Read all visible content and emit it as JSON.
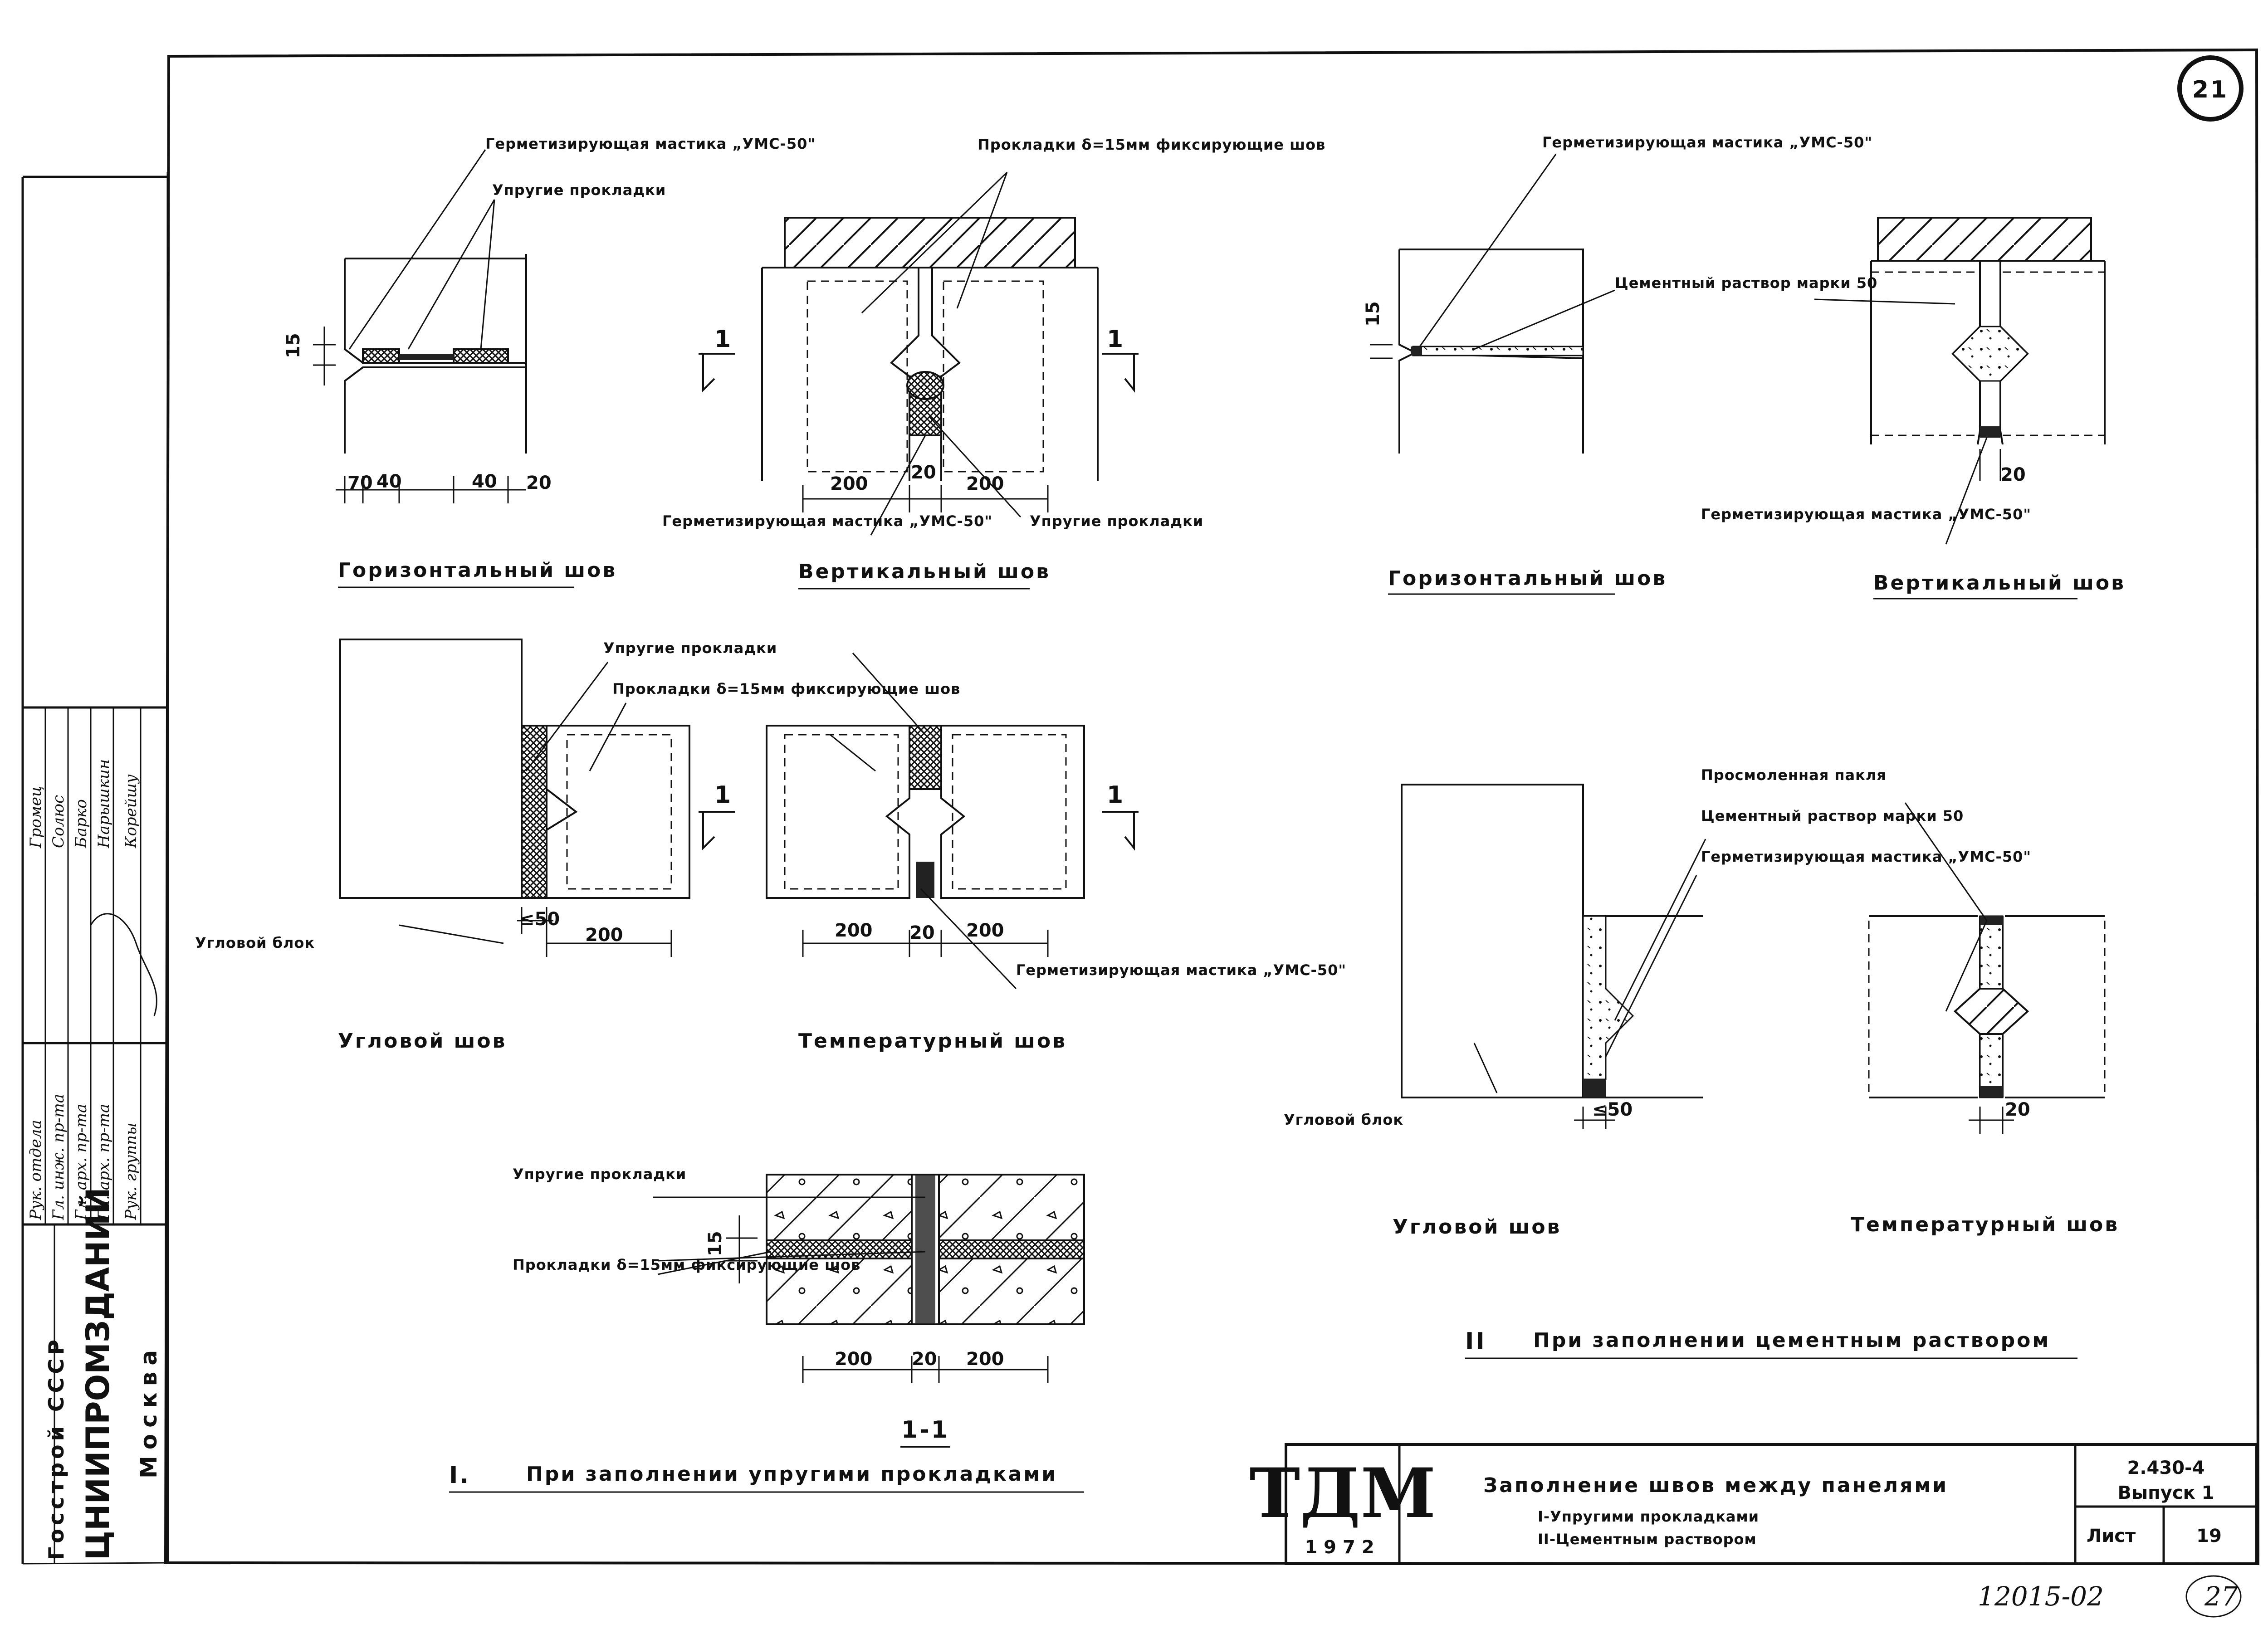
{
  "sheet_number_circle": "21",
  "part1": {
    "horizontal": {
      "callout_sealant": "Герметизирующая мастика „УМС-50\"",
      "callout_gaskets": "Упругие прокладки",
      "dims": [
        "70",
        "40",
        "40",
        "20"
      ],
      "dim_v": "15",
      "caption": "Горизонтальный шов"
    },
    "vertical": {
      "callout_gaskets_top": "Прокладки δ=15мм фиксирующие шов",
      "callout_sealant": "Герметизирующая мастика „УМС-50\"",
      "callout_elastic": "Упругие прокладки",
      "dims": [
        "200",
        "20",
        "200"
      ],
      "section_mark": "1",
      "caption": "Вертикальный шов"
    },
    "corner": {
      "callout_gaskets": "Упругие прокладки",
      "callout_fix": "Прокладки δ=15мм фиксирующие шов",
      "corner_block": "Угловой блок",
      "dims": [
        "≤50",
        "200"
      ],
      "caption": "Угловой шов"
    },
    "temperature": {
      "callout_sealant": "Герметизирующая мастика „УМС-50\"",
      "dims": [
        "200",
        "20",
        "200"
      ],
      "caption": "Температурный шов"
    },
    "section": {
      "callout_gaskets": "Упругие прокладки",
      "callout_fix": "Прокладки δ=15мм фиксирующие шов",
      "dim_v": "15",
      "dims": [
        "200",
        "20",
        "200"
      ],
      "mark": "1-1"
    },
    "title_num": "I.",
    "title": "При заполнении упругими прокладками"
  },
  "part2": {
    "horizontal": {
      "callout_sealant": "Герметизирующая мастика „УМС-50\"",
      "callout_mortar": "Цементный раствор марки 50",
      "dim_v": "15",
      "caption": "Горизонтальный шов"
    },
    "vertical": {
      "callout_sealant": "Герметизирующая мастика „УМС-50\"",
      "dims": [
        "20"
      ],
      "caption": "Вертикальный шов"
    },
    "corner": {
      "callout_tow": "Просмоленная пакля",
      "callout_mortar": "Цементный раствор марки 50",
      "callout_sealant": "Герметизирующая мастика „УМС-50\"",
      "corner_block": "Угловой блок",
      "dims": [
        "≤50"
      ],
      "caption": "Угловой шов"
    },
    "temperature": {
      "dims": [
        "20"
      ],
      "caption": "Температурный шов"
    },
    "title_num": "II",
    "title": "При заполнении цементным раствором"
  },
  "title_block": {
    "org_logo": "ТДМ",
    "year": "1972",
    "title_line1": "Заполнение швов между панелями",
    "title_line2": "I-Упругими прокладками",
    "title_line3": "II-Цементным раствором",
    "doc_code": "2.430-4",
    "issue": "Выпуск 1",
    "sheet_label": "Лист",
    "sheet_number": "19"
  },
  "side_stamp": {
    "org1": "Госстрой СССР",
    "org2": "ЦНИИПРОМЗДАНИЙ",
    "city": "Москва",
    "roles": [
      "Рук. отдела",
      "Гл. инж. пр-та",
      "Гл. арх. пр-та",
      "Гл. арх. пр-та",
      "Рук. группы"
    ],
    "names": [
      "Громец",
      "Солюс",
      "Барко",
      "Нарышкин",
      "Корейшу"
    ]
  },
  "archive_number": "12015-02",
  "archive_page": "27"
}
